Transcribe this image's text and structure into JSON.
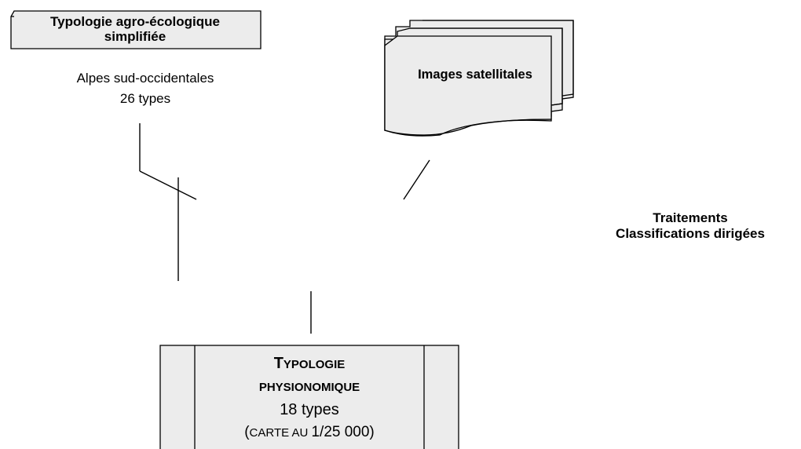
{
  "agro_box": {
    "title_line1": "Typologie agro-écologique",
    "title_line2": "simplifiée"
  },
  "agro_sub": {
    "line1": "Alpes sud-occidentales",
    "line2": "26 types"
  },
  "satellite": {
    "label": "Images satellitales"
  },
  "traitements": {
    "line1": "Traitements",
    "line2": "Classifications dirigées"
  },
  "physio_box": {
    "line1_first": "T",
    "line1_rest": "YPOLOGIE",
    "line2": "PHYSIONOMIQUE",
    "line3": "18 types",
    "line4_open": "(",
    "line4_caps": "CARTE AU ",
    "line4_value": "1/25 000)"
  },
  "colors": {
    "box_fill": "#ececec",
    "stroke": "#000000"
  }
}
